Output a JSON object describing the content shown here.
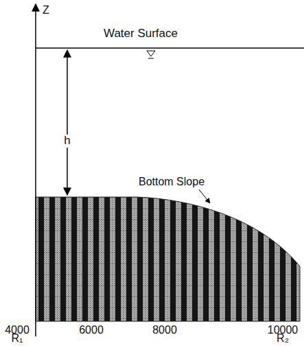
{
  "diagram": {
    "labels": [
      "Z",
      "Water Surface",
      "h",
      "Bottom Slope",
      "4000",
      "6000",
      "8000",
      "10000",
      "R₁",
      "R₂"
    ]
  }
}
